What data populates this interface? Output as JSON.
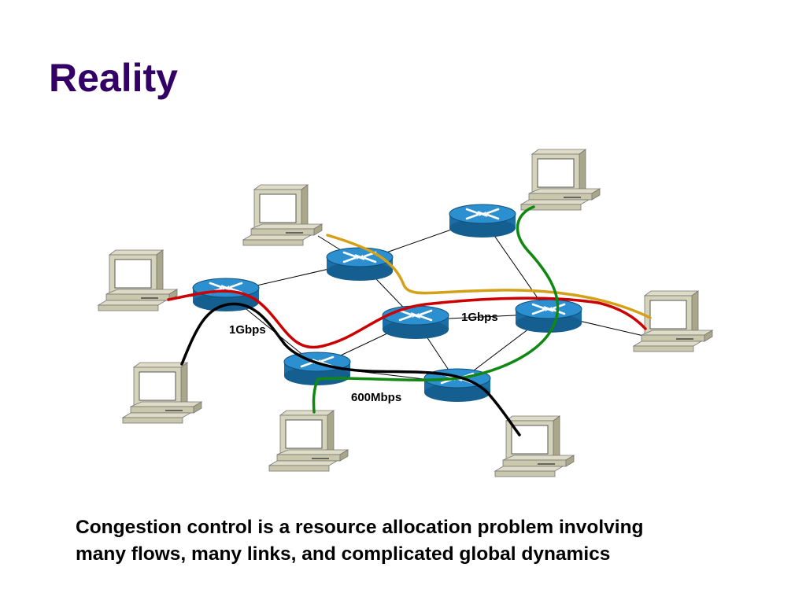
{
  "slide": {
    "title": "Reality",
    "caption_line1": "Congestion control is a resource allocation problem involving",
    "caption_line2": "many flows, many links, and complicated global dynamics"
  },
  "links": {
    "label_left": "1Gbps",
    "label_center": "1Gbps",
    "label_bottom": "600Mbps"
  },
  "colors": {
    "title": "#330066",
    "router": "#1a78b4",
    "flow_gold": "#d4a017",
    "flow_red": "#cc0000",
    "flow_green": "#118811",
    "flow_black": "#000000"
  }
}
